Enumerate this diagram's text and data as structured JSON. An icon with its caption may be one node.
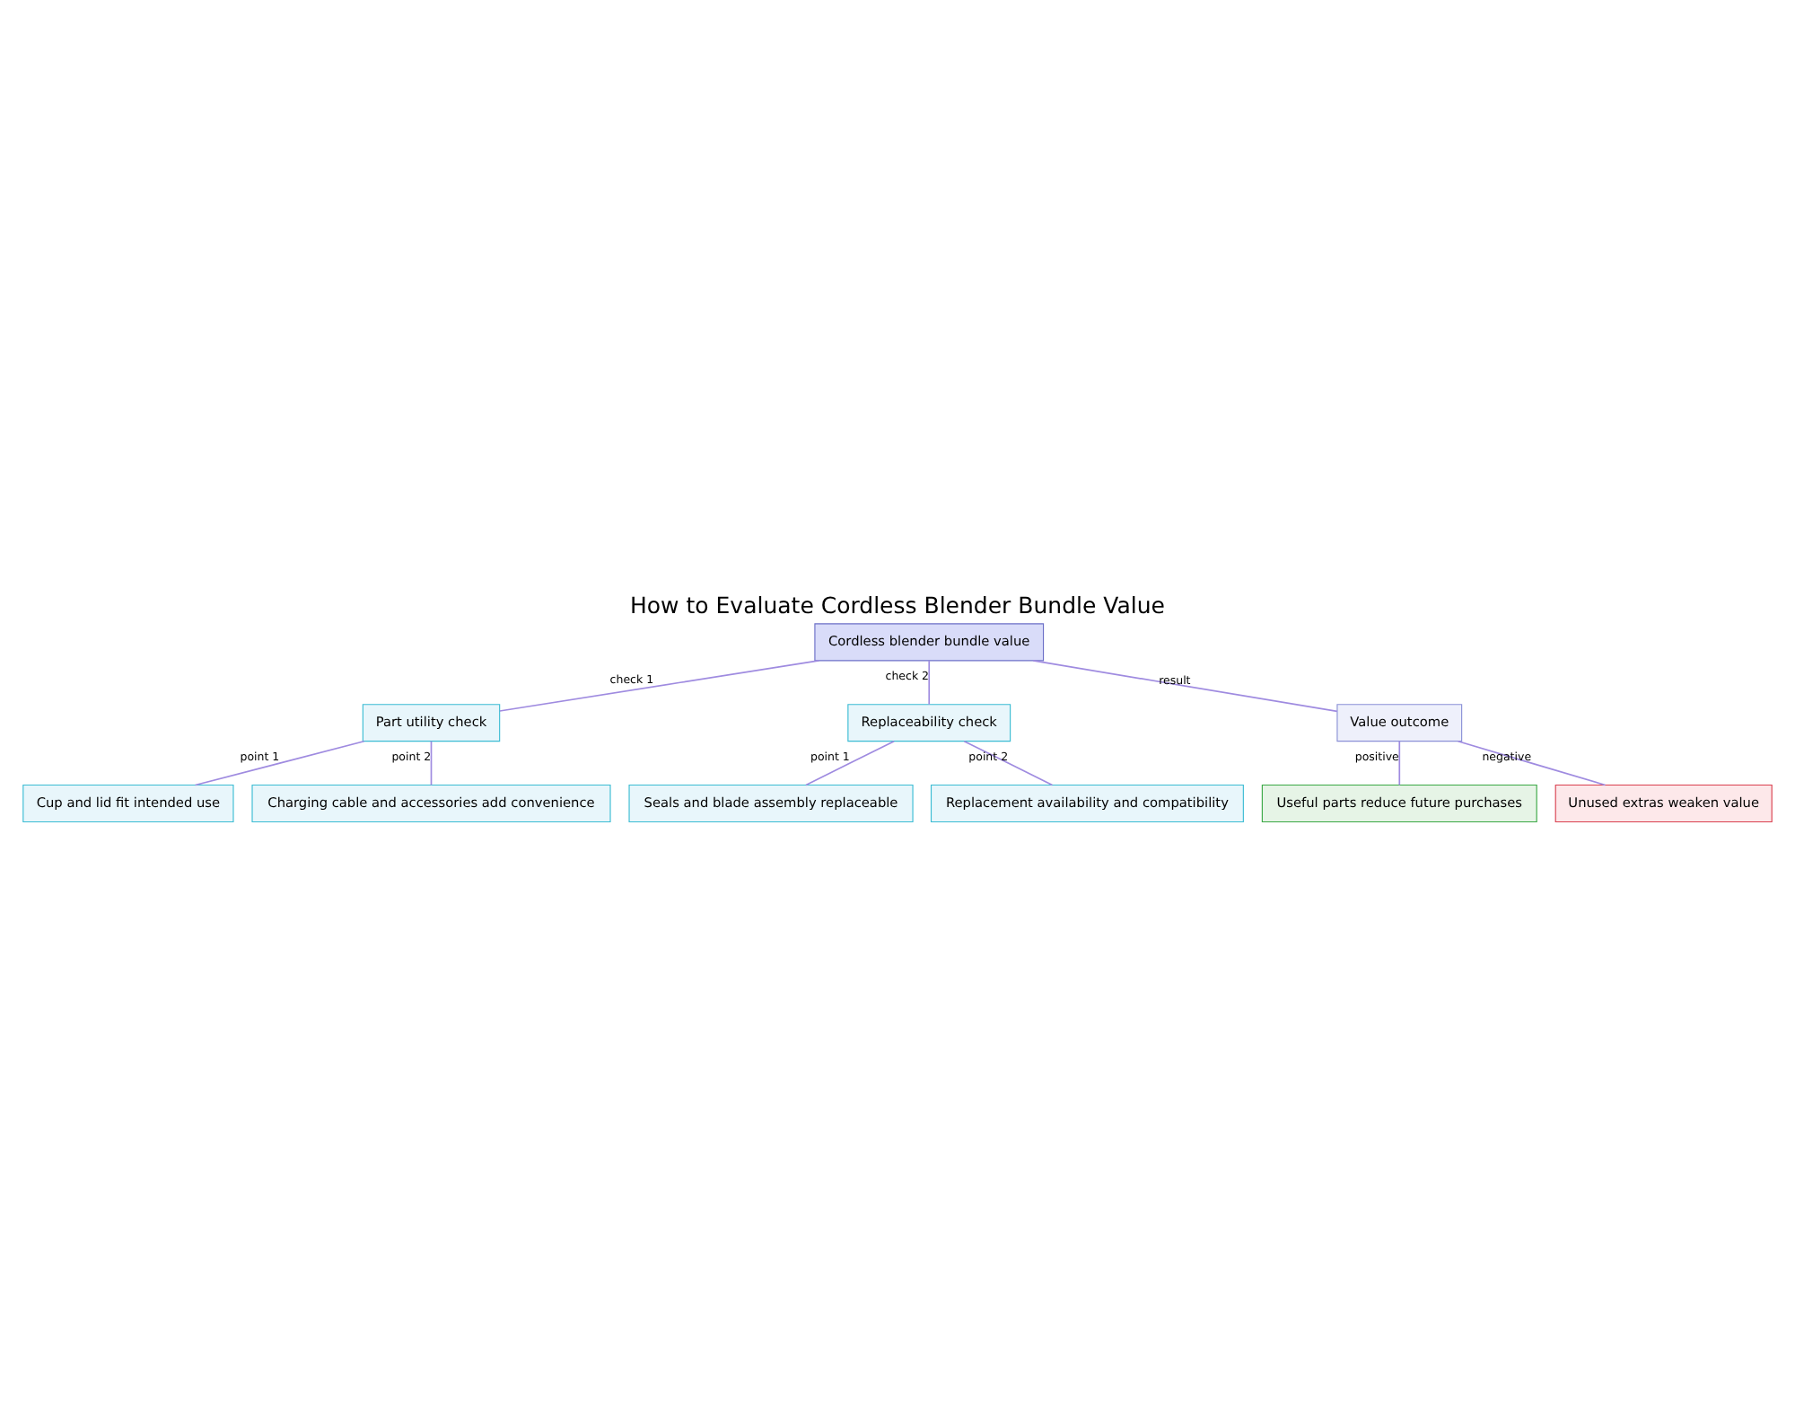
{
  "diagram": {
    "title": "How to Evaluate Cordless Blender Bundle Value",
    "nodes": [
      {
        "text": [
          "Cordless blender bundle value"
        ]
      },
      {
        "text": [
          "Part utility check"
        ]
      },
      {
        "text": [
          "Replaceability check"
        ]
      },
      {
        "text": [
          "Value outcome"
        ]
      },
      {
        "text": [
          "Cup and lid fit intended use"
        ]
      },
      {
        "text": [
          "Charging cable and accessories add convenience"
        ]
      },
      {
        "text": [
          "Seals and blade assembly replaceable"
        ]
      },
      {
        "text": [
          "Replacement availability and compatibility"
        ]
      },
      {
        "text": [
          "Useful parts reduce future purchases"
        ]
      },
      {
        "text": [
          "Unused extras weaken value"
        ]
      }
    ],
    "edges": [
      {
        "from": 0,
        "to": 1,
        "arrow": "none",
        "label": "check 1"
      },
      {
        "from": 0,
        "to": 2,
        "arrow": "none",
        "label": "check 2"
      },
      {
        "from": 0,
        "to": 3,
        "arrow": "none",
        "label": "result"
      },
      {
        "from": 1,
        "to": 4,
        "arrow": "none",
        "label": "point 1"
      },
      {
        "from": 1,
        "to": 5,
        "arrow": "none",
        "label": "point 2"
      },
      {
        "from": 2,
        "to": 6,
        "arrow": "none",
        "label": "point 1"
      },
      {
        "from": 2,
        "to": 7,
        "arrow": "none",
        "label": "point 2"
      },
      {
        "from": 3,
        "to": 8,
        "arrow": "none",
        "label": "positive"
      },
      {
        "from": 3,
        "to": 9,
        "arrow": "none",
        "label": "negative"
      }
    ]
  }
}
